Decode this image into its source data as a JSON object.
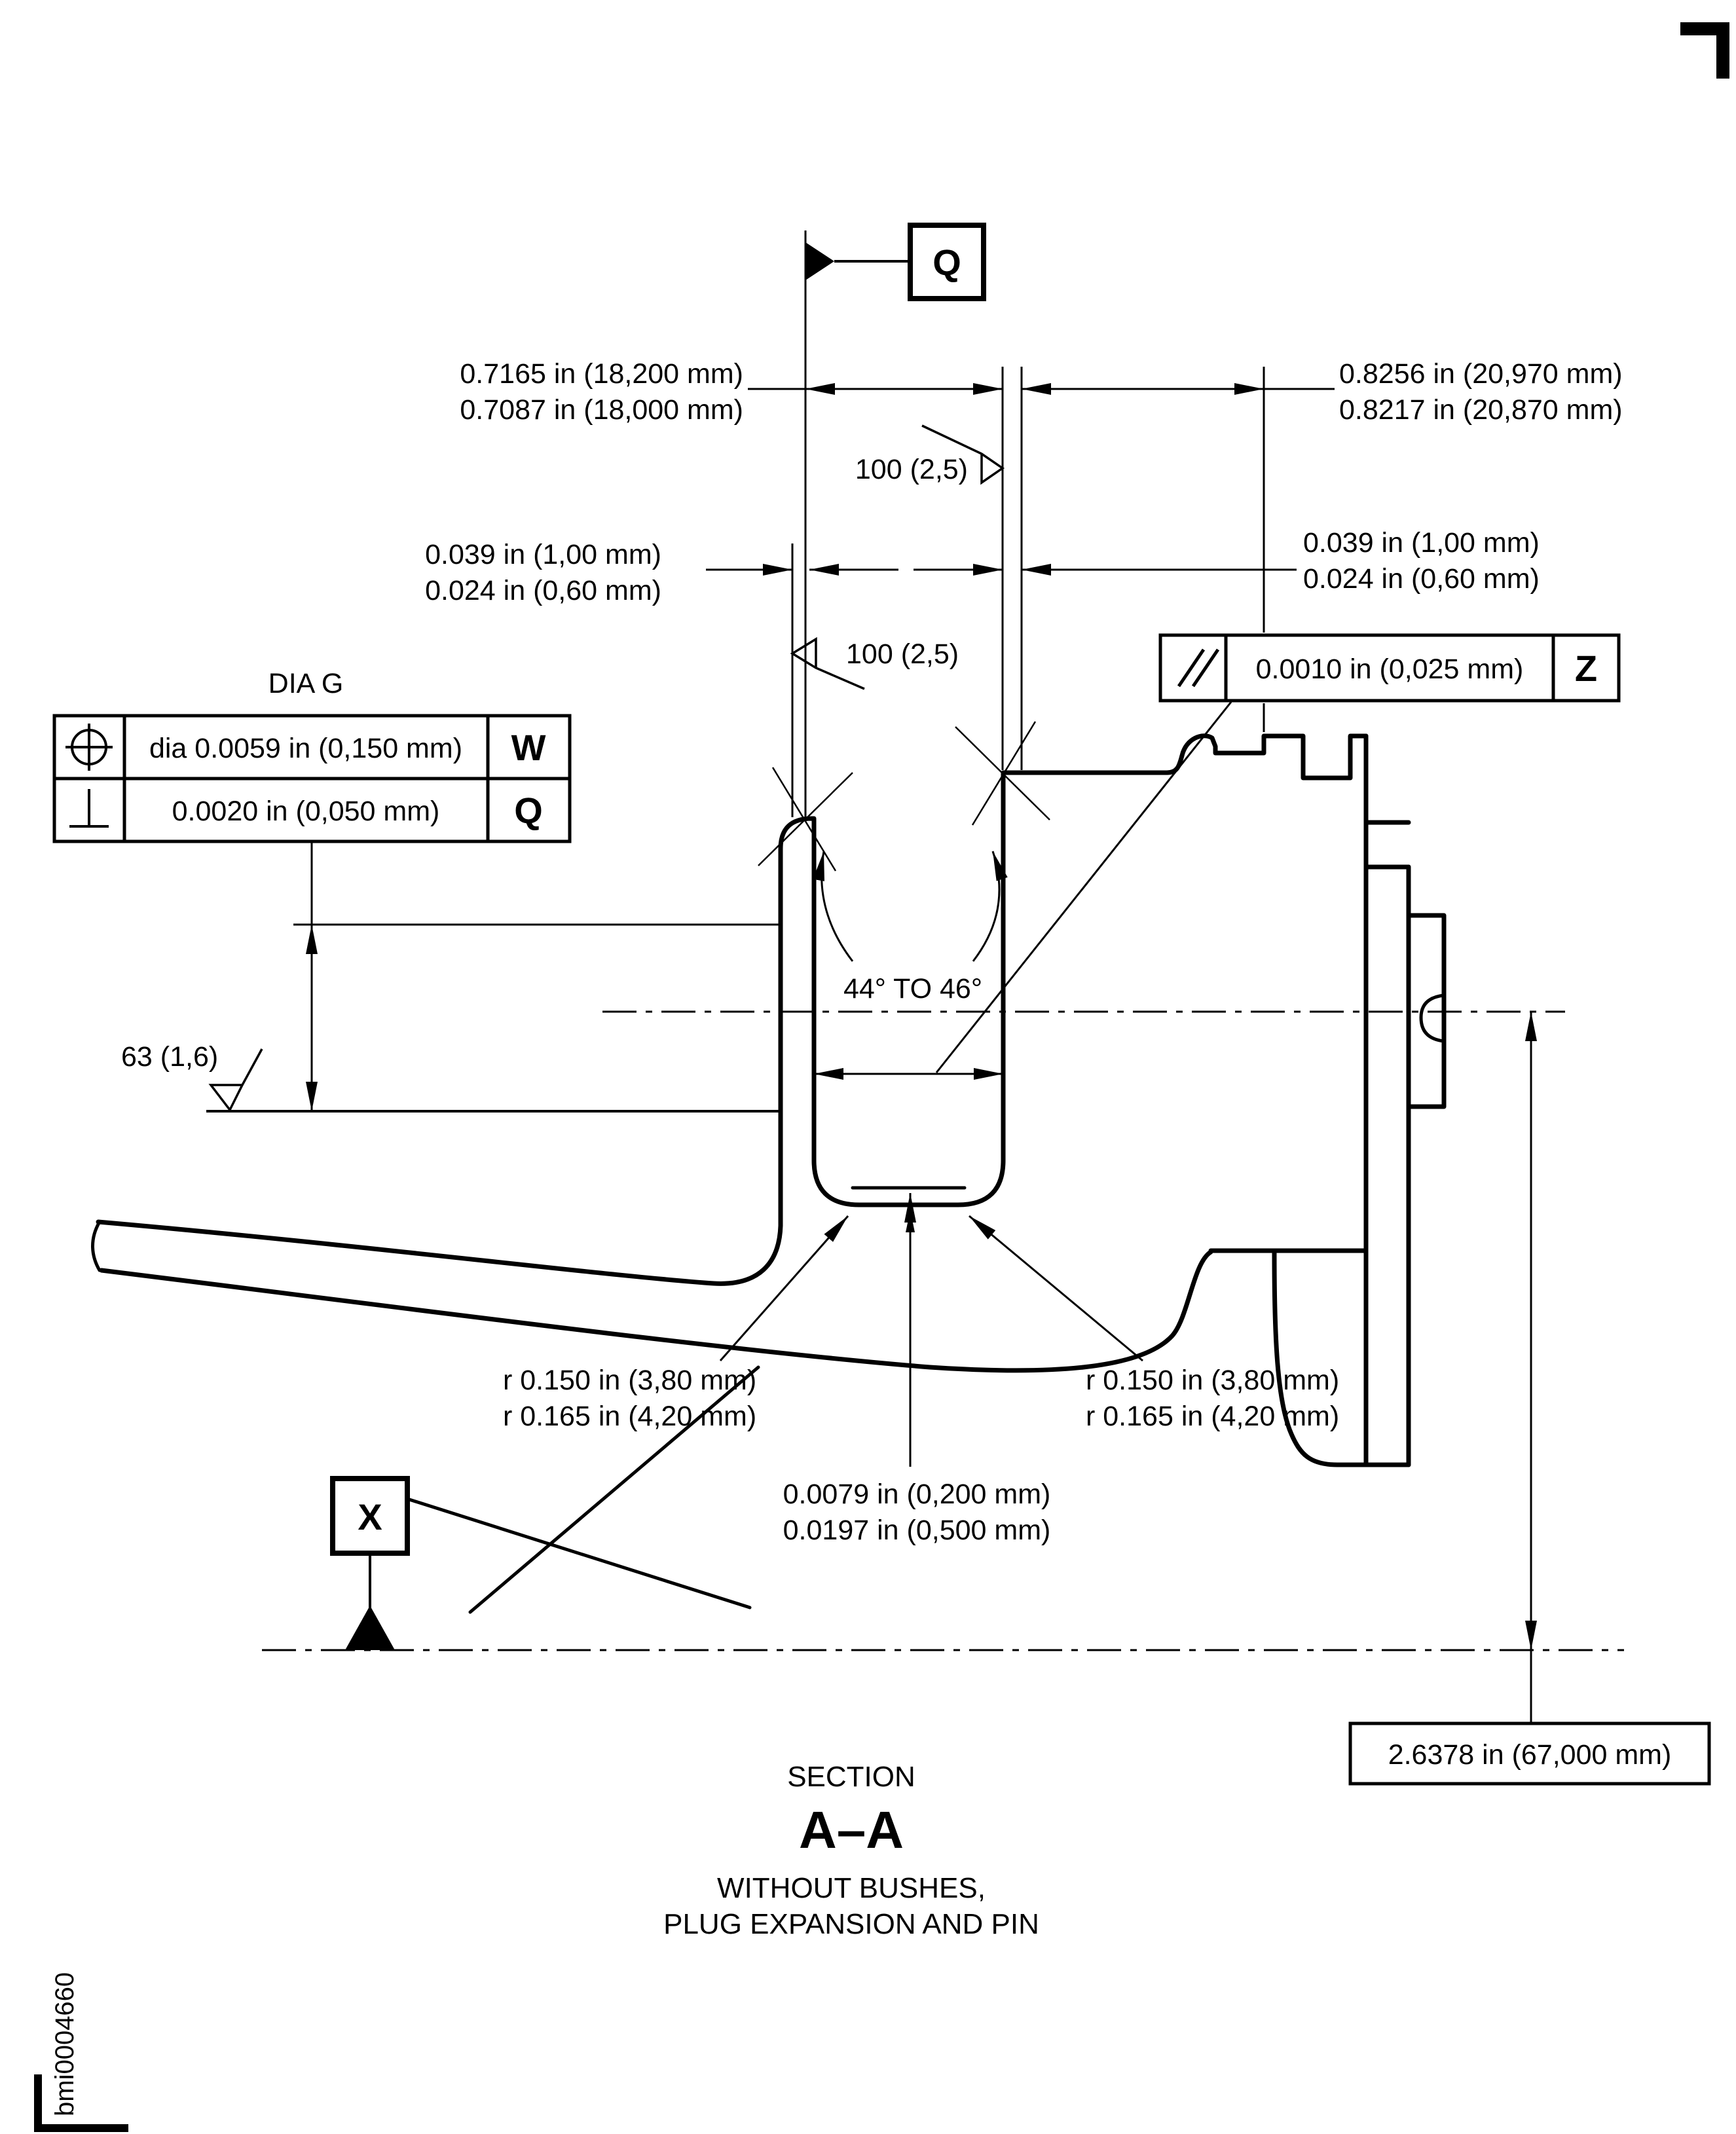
{
  "corner_marks": {
    "top_right": "corner-mark",
    "bottom_left": "corner-mark"
  },
  "datum_flags": {
    "q": "Q",
    "x": "X"
  },
  "dims": {
    "top_left": [
      "0.7165 in (18,200 mm)",
      "0.7087 in (18,000 mm)"
    ],
    "top_right": [
      "0.8256 in (20,970 mm)",
      "0.8217 in (20,870 mm)"
    ],
    "gap_left": [
      "0.039 in (1,00 mm)",
      "0.024 in (0,60 mm)"
    ],
    "gap_right": [
      "0.039 in (1,00 mm)",
      "0.024 in (0,60 mm)"
    ],
    "angle": "44° TO 46°",
    "radius_left": [
      "r 0.150 in (3,80 mm)",
      "r 0.165 in (4,20 mm)"
    ],
    "radius_right": [
      "r 0.150 in (3,80 mm)",
      "r 0.165 in (4,20 mm)"
    ],
    "relief_depth": [
      "0.0079 in (0,200 mm)",
      "0.0197 in (0,500 mm)"
    ],
    "height": "2.6378 in (67,000 mm)"
  },
  "surface_finish": {
    "roughness_100_upper": "100 (2,5)",
    "roughness_100_lower": "100 (2,5)",
    "roughness_63": "63 (1,6)"
  },
  "control_frames": {
    "dia_g": {
      "title": "DIA G",
      "row1": {
        "symbol": "position",
        "value": "dia 0.0059 in (0,150 mm)",
        "datum": "W"
      },
      "row2": {
        "symbol": "perpendicularity",
        "value": "0.0020 in (0,050 mm)",
        "datum": "Q"
      }
    },
    "parallelism": {
      "symbol": "parallel",
      "value": "0.0010 in (0,025 mm)",
      "datum": "Z"
    }
  },
  "caption": {
    "line1": "SECTION",
    "line2": "A–A",
    "line3": "WITHOUT BUSHES,",
    "line4": "PLUG EXPANSION AND PIN"
  },
  "figure_code": "bmi0004660"
}
